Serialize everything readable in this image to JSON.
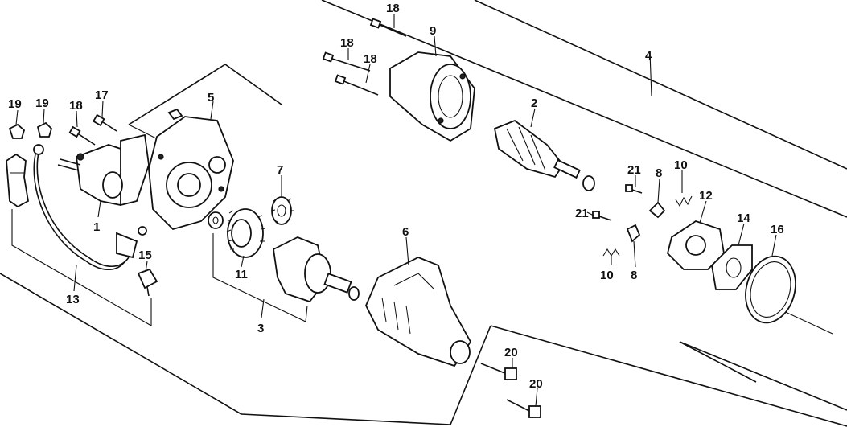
{
  "diagram": {
    "callouts": [
      {
        "id": "c1",
        "text": "1"
      },
      {
        "id": "c2",
        "text": "2"
      },
      {
        "id": "c3",
        "text": "3"
      },
      {
        "id": "c4",
        "text": "4"
      },
      {
        "id": "c5",
        "text": "5"
      },
      {
        "id": "c6",
        "text": "6"
      },
      {
        "id": "c7",
        "text": "7"
      },
      {
        "id": "c8a",
        "text": "8"
      },
      {
        "id": "c8b",
        "text": "8"
      },
      {
        "id": "c9",
        "text": "9"
      },
      {
        "id": "c10a",
        "text": "10"
      },
      {
        "id": "c10b",
        "text": "10"
      },
      {
        "id": "c11",
        "text": "11"
      },
      {
        "id": "c12",
        "text": "12"
      },
      {
        "id": "c13",
        "text": "13"
      },
      {
        "id": "c14",
        "text": "14"
      },
      {
        "id": "c15",
        "text": "15"
      },
      {
        "id": "c16",
        "text": "16"
      },
      {
        "id": "c17",
        "text": "17"
      },
      {
        "id": "c18a",
        "text": "18"
      },
      {
        "id": "c18b",
        "text": "18"
      },
      {
        "id": "c18c",
        "text": "18"
      },
      {
        "id": "c18d",
        "text": "18"
      },
      {
        "id": "c19a",
        "text": "19"
      },
      {
        "id": "c19b",
        "text": "19"
      },
      {
        "id": "c20a",
        "text": "20"
      },
      {
        "id": "c20b",
        "text": "20"
      },
      {
        "id": "c21a",
        "text": "21"
      },
      {
        "id": "c21b",
        "text": "21"
      }
    ]
  }
}
